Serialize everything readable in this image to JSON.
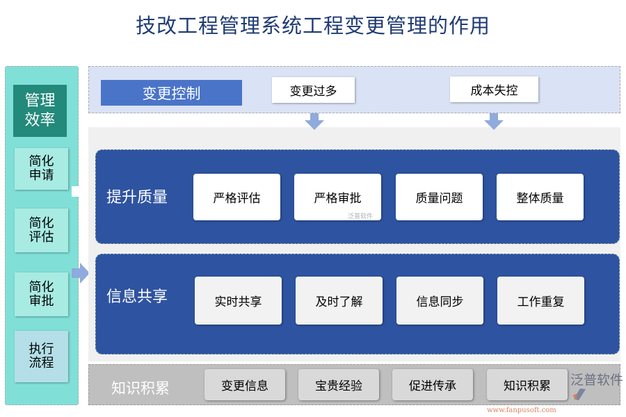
{
  "title": "技改工程管理系统工程变更管理的作用",
  "left": {
    "heading": "管理效率",
    "items": [
      "简化申请",
      "简化评估",
      "简化审批",
      "执行流程"
    ]
  },
  "top": {
    "label": "变更控制",
    "items": [
      "变更过多",
      "成本失控"
    ]
  },
  "quality": {
    "label": "提升质量",
    "items": [
      "严格评估",
      "严格审批",
      "质量问题",
      "整体质量"
    ]
  },
  "sharing": {
    "label": "信息共享",
    "items": [
      "实时共享",
      "及时了解",
      "信息同步",
      "工作重复"
    ]
  },
  "knowledge": {
    "label": "知识积累",
    "items": [
      "变更信息",
      "宝贵经验",
      "促进传承",
      "知识积累"
    ]
  },
  "watermark": {
    "brand": "泛普软件",
    "url": "www.fanpusoft.com"
  },
  "colors": {
    "navy": "#2e53a0",
    "teal": "#23897b",
    "accent": "#4a74c8",
    "arrow": "#8faadc"
  }
}
